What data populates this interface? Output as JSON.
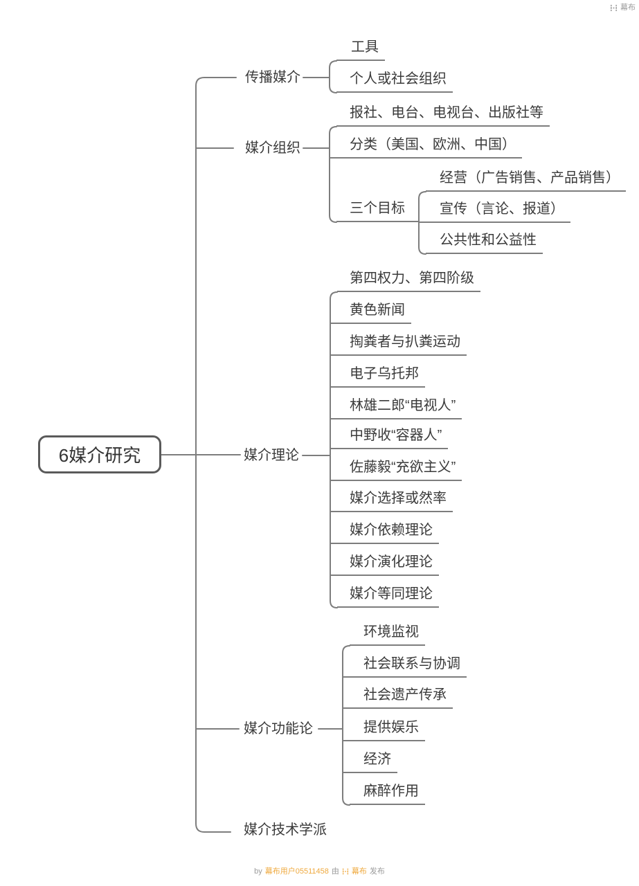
{
  "root": {
    "label": "6媒介研究"
  },
  "branches": [
    {
      "label": "传播媒介",
      "children": [
        {
          "label": "工具"
        },
        {
          "label": "个人或社会组织"
        }
      ]
    },
    {
      "label": "媒介组织",
      "children": [
        {
          "label": "报社、电台、电视台、出版社等"
        },
        {
          "label": "分类（美国、欧洲、中国）"
        },
        {
          "label": "三个目标",
          "children": [
            {
              "label": "经营（广告销售、产品销售）"
            },
            {
              "label": "宣传（言论、报道）"
            },
            {
              "label": "公共性和公益性"
            }
          ]
        }
      ]
    },
    {
      "label": "媒介理论",
      "children": [
        {
          "label": "第四权力、第四阶级"
        },
        {
          "label": "黄色新闻"
        },
        {
          "label": "掏粪者与扒粪运动"
        },
        {
          "label": "电子乌托邦"
        },
        {
          "label": "林雄二郎“电视人”"
        },
        {
          "label": "中野收“容器人”"
        },
        {
          "label": "佐藤毅“充欲主义”"
        },
        {
          "label": "媒介选择或然率"
        },
        {
          "label": "媒介依赖理论"
        },
        {
          "label": "媒介演化理论"
        },
        {
          "label": "媒介等同理论"
        }
      ]
    },
    {
      "label": "媒介功能论",
      "children": [
        {
          "label": "环境监视"
        },
        {
          "label": "社会联系与协调"
        },
        {
          "label": "社会遗产传承"
        },
        {
          "label": "提供娱乐"
        },
        {
          "label": "经济"
        },
        {
          "label": "麻醉作用"
        }
      ]
    },
    {
      "label": "媒介技术学派"
    }
  ],
  "header": {
    "brand": "幕布"
  },
  "footer": {
    "prefix": "by",
    "user": "幕布用户05511458",
    "via": "由",
    "brand": "幕布",
    "suffix": "发布"
  },
  "colors": {
    "line": "#7d7d7d",
    "text": "#3a3a3a",
    "root_border": "#5a5a5a",
    "watermark_gray": "#9b9b9b",
    "watermark_orange": "#efa93e",
    "background": "#ffffff"
  }
}
